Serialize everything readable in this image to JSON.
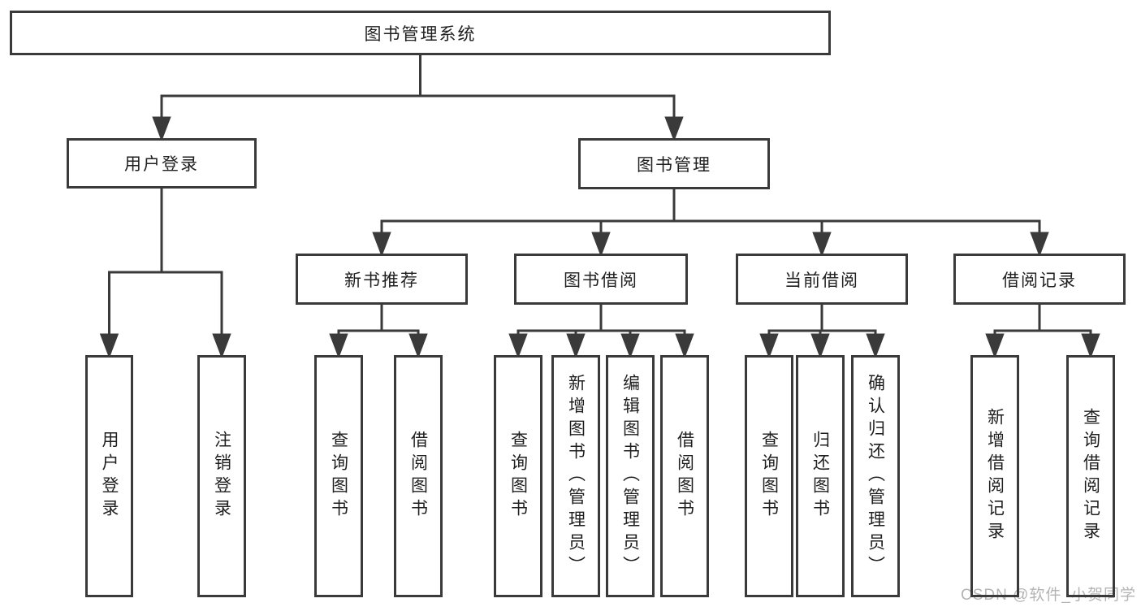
{
  "diagram": {
    "root": "图书管理系统",
    "user_login": {
      "label": "用户登录",
      "children": [
        "用户登录",
        "注销登录"
      ]
    },
    "book_management": {
      "label": "图书管理",
      "sections": {
        "new_book_recommend": {
          "label": "新书推荐",
          "children": [
            "查询图书",
            "借阅图书"
          ]
        },
        "book_borrow": {
          "label": "图书借阅",
          "children": [
            "查询图书",
            "新增图书（管理员）",
            "编辑图书（管理员）",
            "借阅图书"
          ]
        },
        "current_borrow": {
          "label": "当前借阅",
          "children": [
            "查询图书",
            "归还图书",
            "确认归还（管理员）"
          ]
        },
        "borrow_records": {
          "label": "借阅记录",
          "children": [
            "新增借阅记录",
            "查询借阅记录"
          ]
        }
      }
    }
  },
  "watermark": "CSDN @软件_小贺同学",
  "colors": {
    "line": "#3a3a3a",
    "text": "#1f1f1f",
    "watermark": "#b4b4b4",
    "background": "#ffffff"
  }
}
